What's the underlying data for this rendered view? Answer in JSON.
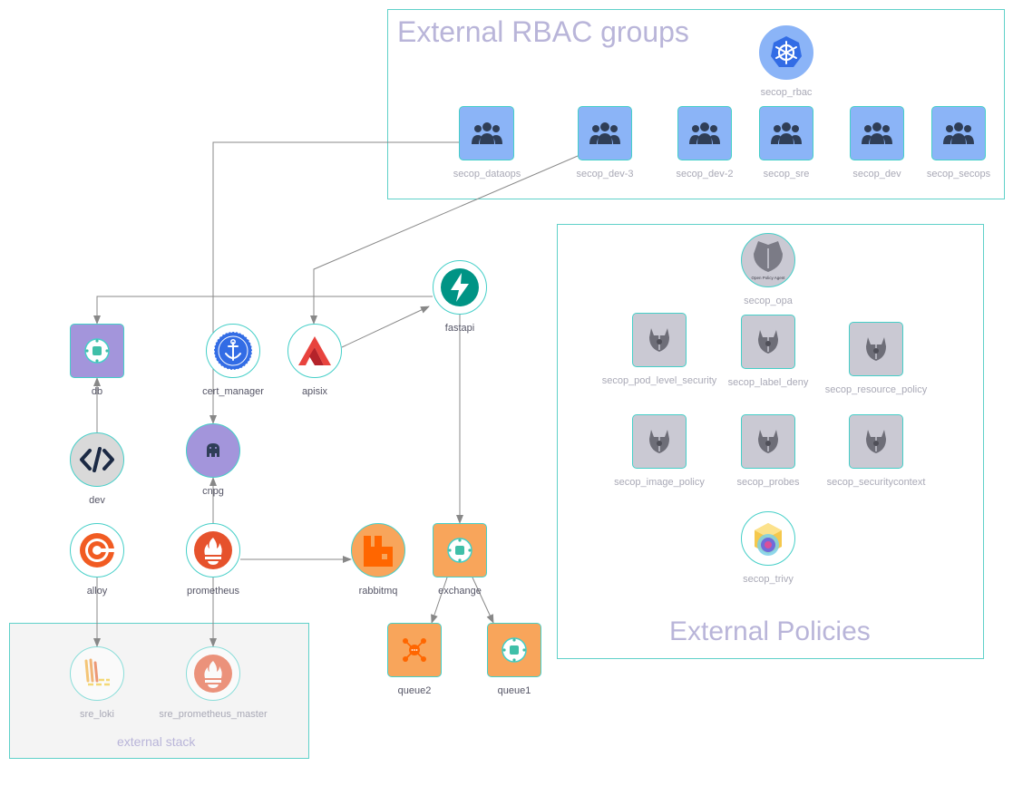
{
  "groups": {
    "rbac": {
      "title": "External RBAC groups"
    },
    "policies": {
      "title": "External Policies"
    },
    "stack": {
      "title": "external stack"
    }
  },
  "nodes": {
    "secop_rbac": "secop_rbac",
    "secop_dataops": "secop_dataops",
    "secop_dev3": "secop_dev-3",
    "secop_dev2": "secop_dev-2",
    "secop_sre": "secop_sre",
    "secop_dev": "secop_dev",
    "secop_secops": "secop_secops",
    "secop_opa": "secop_opa",
    "opa_logo_text": "Open Policy Agent",
    "secop_pod_level_security": "secop_pod_level_security",
    "secop_label_deny": "secop_label_deny",
    "secop_resource_policy": "secop_resource_policy",
    "secop_image_policy": "secop_image_policy",
    "secop_probes": "secop_probes",
    "secop_securitycontext": "secop_securitycontext",
    "secop_trivy": "secop_trivy",
    "fastapi": "fastapi",
    "db": "db",
    "cert_manager": "cert_manager",
    "apisix": "apisix",
    "cnpg": "cnpg",
    "dev": "dev",
    "alloy": "alloy",
    "prometheus": "prometheus",
    "rabbitmq": "rabbitmq",
    "exchange": "exchange",
    "queue2": "queue2",
    "queue1": "queue1",
    "sre_loki": "sre_loki",
    "sre_prometheus_master": "sre_prometheus_master"
  },
  "edges": [
    [
      "secop_dataops",
      "cnpg"
    ],
    [
      "secop_dev3",
      "apisix"
    ],
    [
      "fastapi",
      "db"
    ],
    [
      "apisix",
      "fastapi"
    ],
    [
      "fastapi",
      "exchange"
    ],
    [
      "dev",
      "db"
    ],
    [
      "prometheus",
      "cnpg"
    ],
    [
      "prometheus",
      "rabbitmq"
    ],
    [
      "exchange",
      "queue2"
    ],
    [
      "exchange",
      "queue1"
    ],
    [
      "alloy",
      "sre_loki"
    ],
    [
      "prometheus",
      "sre_prometheus_master"
    ]
  ],
  "colors": {
    "edge": "#888888",
    "node_border": "#45cfc8",
    "group_border": "#5fd1c9",
    "rbac_fill": "#8bb4f7",
    "policy_fill": "#cac9d3",
    "queue_fill": "#f8a55b",
    "purple_fill": "#a395db",
    "title_color": "#b9b5d9"
  },
  "icons": {
    "secop_rbac": "kubernetes-helm-icon",
    "rbac_groups": "users-group-icon",
    "secop_opa": "open-policy-agent-icon",
    "policies": "gatekeeper-viking-icon",
    "secop_trivy": "trivy-icon",
    "fastapi": "lightning-bolt-icon",
    "db": "hub-icon",
    "cert_manager": "cert-manager-icon",
    "apisix": "apisix-icon",
    "cnpg": "elephant-icon",
    "dev": "code-brackets-icon",
    "alloy": "alloy-spiral-icon",
    "prometheus": "prometheus-flame-icon",
    "rabbitmq": "rabbitmq-icon",
    "exchange": "hub-icon",
    "queue2": "network-nodes-icon",
    "queue1": "hub-icon",
    "sre_loki": "loki-icon",
    "sre_prometheus_master": "prometheus-flame-icon"
  }
}
